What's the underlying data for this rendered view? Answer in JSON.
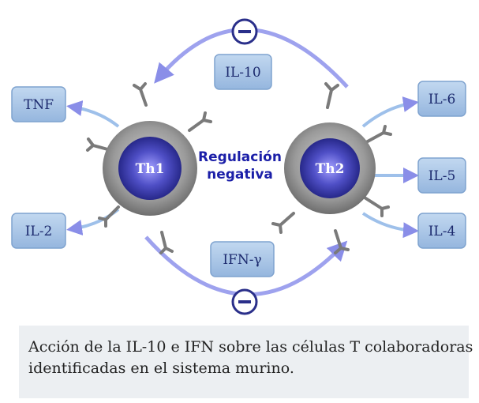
{
  "diagram": {
    "th1_label": "Th1",
    "th2_label": "Th2",
    "center_line1": "Regulación",
    "center_line2": "negativa",
    "il10_label": "IL-10",
    "ifng_label": "IFN-γ",
    "tnf_label": "TNF",
    "il2_label": "IL-2",
    "il6_label": "IL-6",
    "il5_label": "IL-5",
    "il4_label": "IL-4",
    "inhibit_symbol": "−"
  },
  "caption": {
    "line1": "Acción de la IL-10 e IFN  sobre las células T colaboradoras",
    "line2": "identificadas en el sistema murino."
  },
  "colors": {
    "box_fill": "#a9c6e6",
    "box_stroke": "#7fa3cf",
    "arrow": "#8a8ee8",
    "cell_core": "#3c3fa6",
    "cell_ring": "#8e8e8e",
    "center_text": "#1b1fa8",
    "caption_bg": "#eceff2"
  }
}
